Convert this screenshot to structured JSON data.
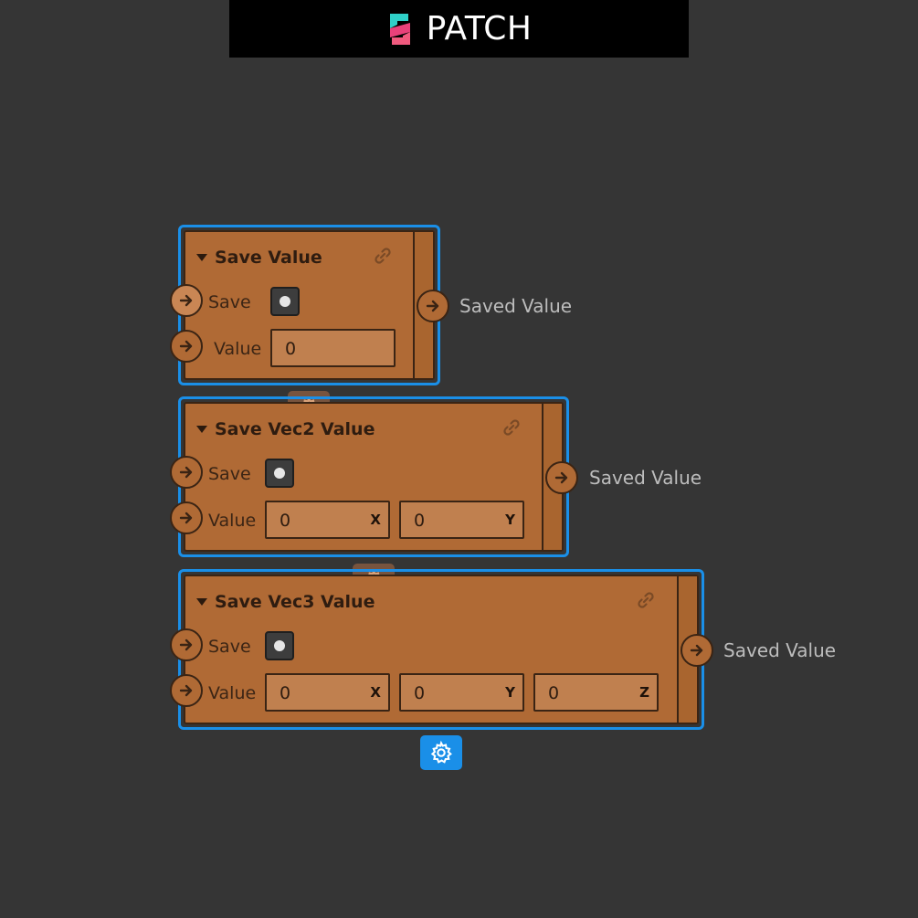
{
  "banner": {
    "title": "PATCH",
    "logo_icon": "spark-logo-icon"
  },
  "nodes": [
    {
      "title": "Save Value",
      "inputs": {
        "save_label": "Save",
        "value_label": "Value"
      },
      "fields": [
        {
          "value": "0",
          "axis": ""
        }
      ],
      "output_label": "Saved Value"
    },
    {
      "title": "Save Vec2 Value",
      "inputs": {
        "save_label": "Save",
        "value_label": "Value"
      },
      "fields": [
        {
          "value": "0",
          "axis": "X"
        },
        {
          "value": "0",
          "axis": "Y"
        }
      ],
      "output_label": "Saved Value"
    },
    {
      "title": "Save Vec3 Value",
      "inputs": {
        "save_label": "Save",
        "value_label": "Value"
      },
      "fields": [
        {
          "value": "0",
          "axis": "X"
        },
        {
          "value": "0",
          "axis": "Y"
        },
        {
          "value": "0",
          "axis": "Z"
        }
      ],
      "output_label": "Saved Value"
    }
  ],
  "colors": {
    "canvas": "#353535",
    "node_fill": "#b06a35",
    "selection": "#1a8fe8",
    "output_text": "#bdbdbd"
  }
}
